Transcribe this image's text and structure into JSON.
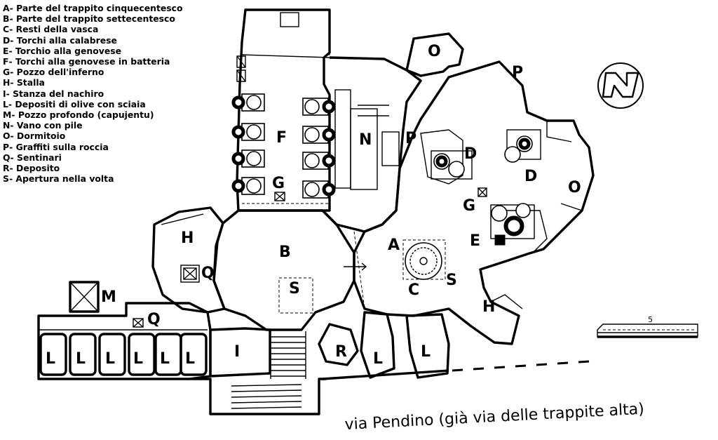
{
  "legend": [
    {
      "code": "A",
      "text": "Parte del trappito cinquecentesco"
    },
    {
      "code": "B",
      "text": "Parte del trappito settecentesco"
    },
    {
      "code": "C",
      "text": "Resti della vasca"
    },
    {
      "code": "D",
      "text": "Torchi alla calabrese"
    },
    {
      "code": "E",
      "text": "Torchio alla genovese"
    },
    {
      "code": "F",
      "text": "Torchi alla genovese in batteria"
    },
    {
      "code": "G",
      "text": "Pozzo dell'inferno"
    },
    {
      "code": "H",
      "text": "Stalla"
    },
    {
      "code": "I",
      "text": "Stanza del nachiro"
    },
    {
      "code": "L",
      "text": "Depositi di olive con sciaia"
    },
    {
      "code": "M",
      "text": "Pozzo profondo (capujentu)"
    },
    {
      "code": "N",
      "text": "Vano con pile"
    },
    {
      "code": "O",
      "text": "Dormitoio"
    },
    {
      "code": "P",
      "text": "Graffiti sulla roccia"
    },
    {
      "code": "Q",
      "text": "Sentinari"
    },
    {
      "code": "R",
      "text": "Deposito"
    },
    {
      "code": "S",
      "text": "Apertura nella volta"
    }
  ],
  "legend_separator": "-",
  "map_labels": {
    "A": "A",
    "B": "B",
    "C": "C",
    "D": "D",
    "E": "E",
    "F": "F",
    "G": "G",
    "H": "H",
    "I": "I",
    "L": "L",
    "M": "M",
    "N": "N",
    "O": "O",
    "P": "P",
    "Q": "Q",
    "R": "R",
    "S": "S"
  },
  "street_label": "via Pendino (già via delle trappite alta)",
  "scale_bar": {
    "label": "5"
  },
  "north_arrow": {
    "icon": "north-arrow-icon"
  }
}
